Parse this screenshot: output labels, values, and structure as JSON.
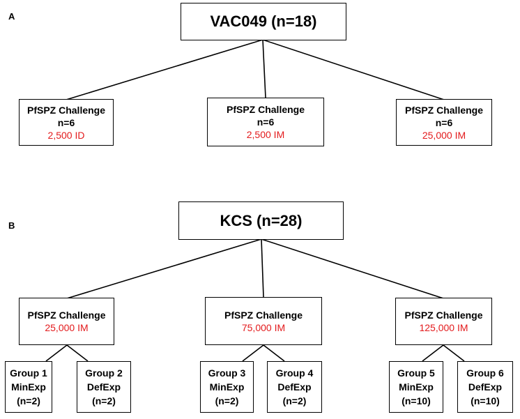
{
  "panel_a": {
    "label": "A",
    "root": "VAC049 (n=18)",
    "children": [
      {
        "title": "PfSPZ Challenge",
        "n": "n=6",
        "dose": "2,500 ID"
      },
      {
        "title": "PfSPZ Challenge",
        "n": "n=6",
        "dose": "2,500 IM"
      },
      {
        "title": "PfSPZ Challenge",
        "n": "n=6",
        "dose": "25,000 IM"
      }
    ]
  },
  "panel_b": {
    "label": "B",
    "root": "KCS (n=28)",
    "children": [
      {
        "title": "PfSPZ Challenge",
        "dose": "25,000 IM"
      },
      {
        "title": "PfSPZ Challenge",
        "dose": "75,000 IM"
      },
      {
        "title": "PfSPZ Challenge",
        "dose": "125,000 IM"
      }
    ],
    "groups": [
      {
        "name": "Group 1",
        "type": "MinExp",
        "n": "(n=2)"
      },
      {
        "name": "Group 2",
        "type": "DefExp",
        "n": "(n=2)"
      },
      {
        "name": "Group 3",
        "type": "MinExp",
        "n": "(n=2)"
      },
      {
        "name": "Group 4",
        "type": "DefExp",
        "n": "(n=2)"
      },
      {
        "name": "Group 5",
        "type": "MinExp",
        "n": "(n=10)"
      },
      {
        "name": "Group 6",
        "type": "DefExp",
        "n": "(n=10)"
      }
    ]
  },
  "colors": {
    "dose_text": "#e31a1c",
    "line": "#000000"
  }
}
